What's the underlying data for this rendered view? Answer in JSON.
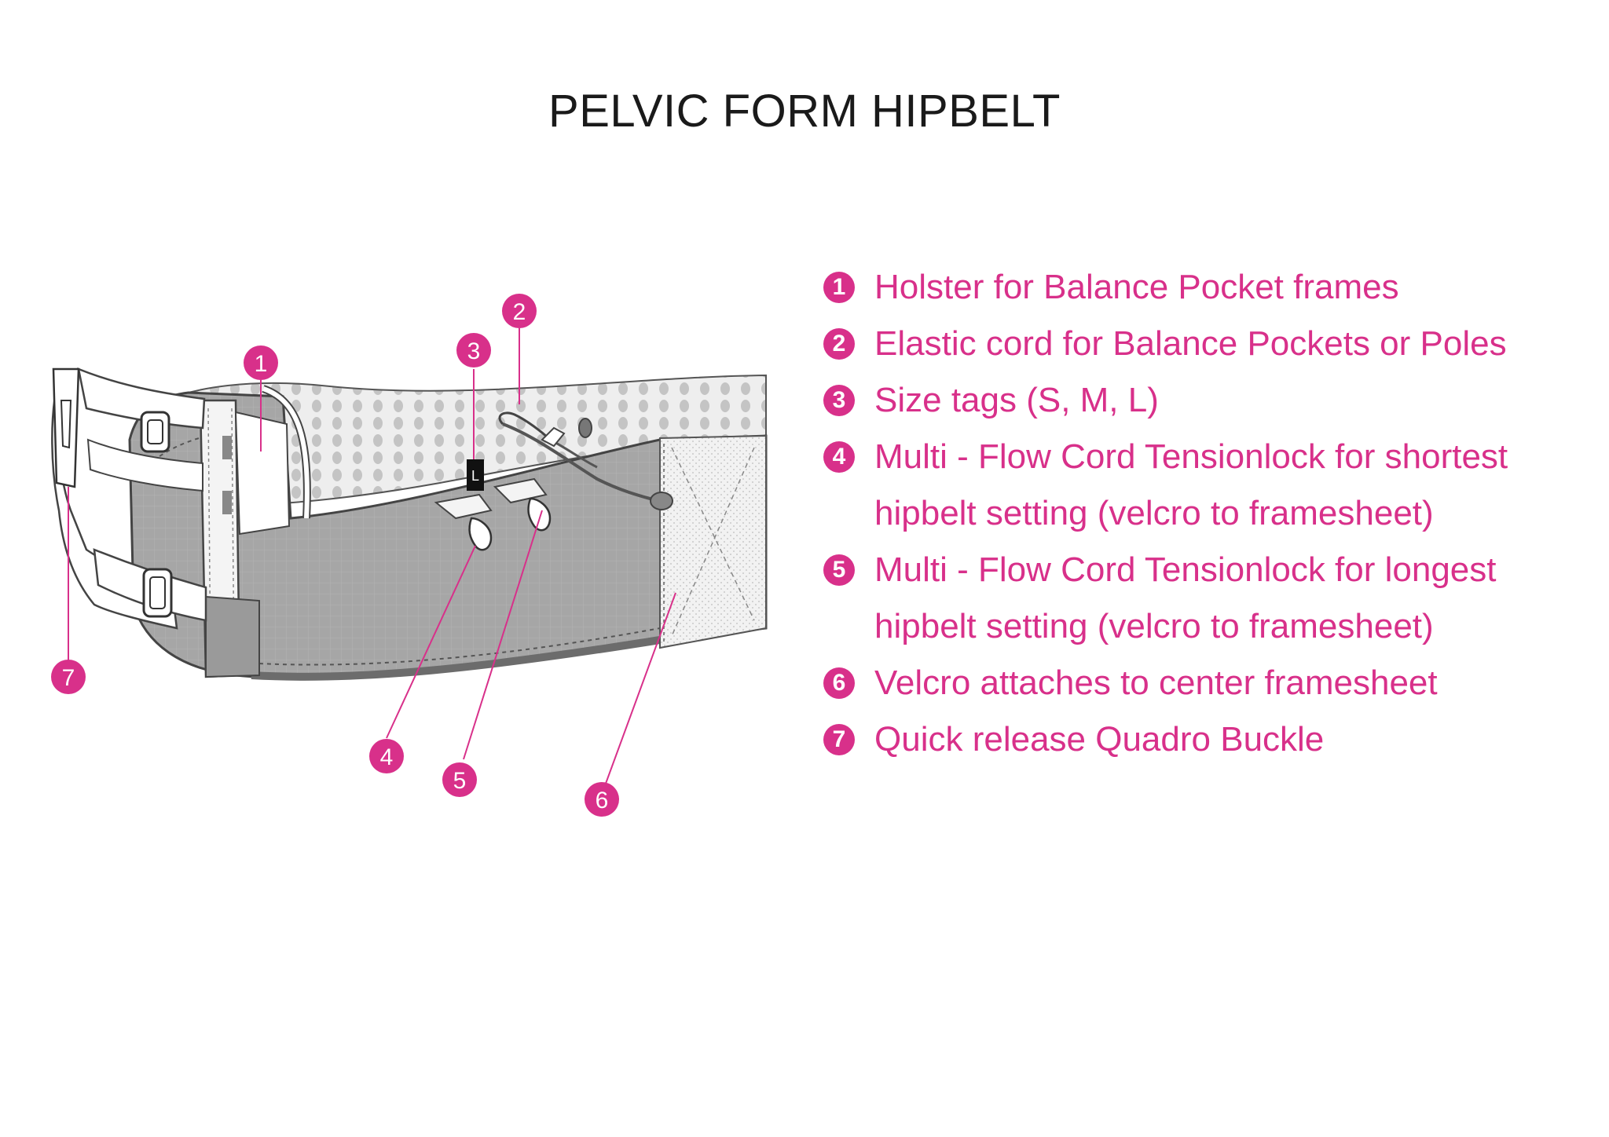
{
  "title": "PELVIC FORM HIPBELT",
  "colors": {
    "accent": "#d8308a",
    "title": "#1a1a1a",
    "belt_dark": "#9e9e9e",
    "belt_mesh": "#d9d9d9"
  },
  "callouts": [
    "1",
    "2",
    "3",
    "4",
    "5",
    "6",
    "7"
  ],
  "size_tag": "L",
  "legend": [
    {
      "num": "1",
      "text": "Holster for Balance Pocket frames"
    },
    {
      "num": "2",
      "text": "Elastic cord for Balance Pockets or Poles"
    },
    {
      "num": "3",
      "text": "Size tags (S, M, L)"
    },
    {
      "num": "4",
      "text": "Multi - Flow Cord Tensionlock for shortest hipbelt setting (velcro to framesheet)"
    },
    {
      "num": "5",
      "text": "Multi - Flow Cord Tensionlock for longest hipbelt setting (velcro to framesheet)"
    },
    {
      "num": "6",
      "text": "Velcro attaches to center framesheet"
    },
    {
      "num": "7",
      "text": "Quick release Quadro Buckle"
    }
  ]
}
